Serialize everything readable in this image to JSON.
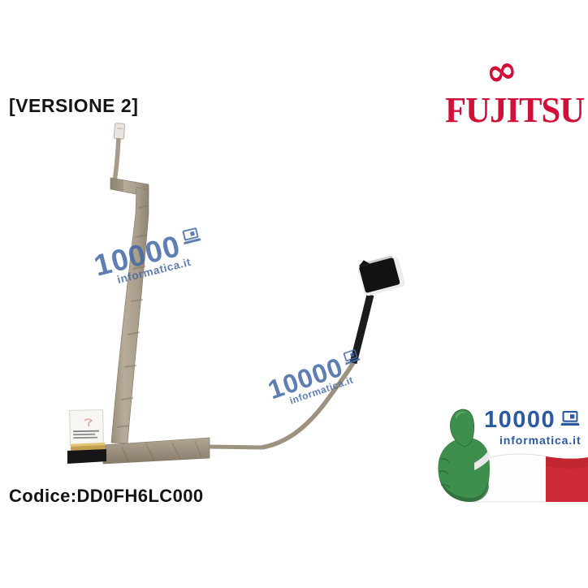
{
  "page": {
    "background": "#ffffff"
  },
  "header": {
    "version_label": "[VERSIONE 2]",
    "brand_logo": {
      "text": "FUJITSU",
      "infinity_symbol": "∞",
      "color": "#d01039"
    }
  },
  "watermark": {
    "number": "10000",
    "domain": "informatica.it",
    "color": "#4468a6",
    "icon": "laptop-icon"
  },
  "footer": {
    "product_code": "Codice:DD0FH6LC000"
  },
  "shop_logo": {
    "number": "10000",
    "domain": "informatica.it",
    "text_color": "#2c5aa0",
    "flag": {
      "green": "#3e8e4e",
      "white": "#fdfdfd",
      "red": "#cf2b36"
    }
  },
  "photo_colors": {
    "cable_ribbon": "#ab9f8d",
    "connector_black": "#141414",
    "contacts_gold": "#c2a050"
  }
}
